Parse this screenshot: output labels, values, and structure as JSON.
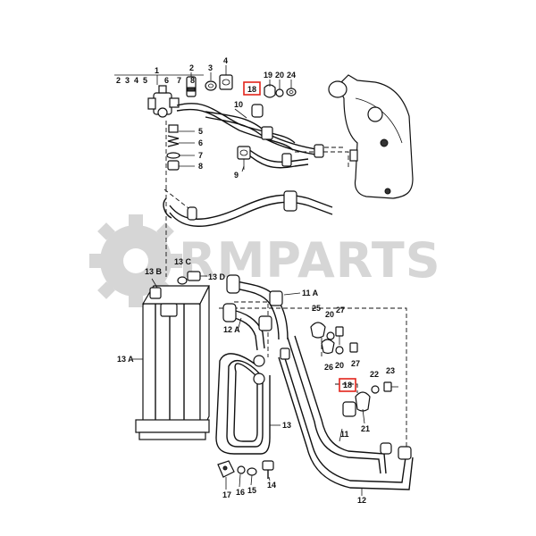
{
  "watermark": {
    "text": "RMPARTS",
    "color": "#d6d6d6"
  },
  "highlight_color": "#e3241b",
  "labels": {
    "l1": "1",
    "l2": "2",
    "l3": "3",
    "l4": "4",
    "sub2": "2",
    "sub3": "3",
    "sub4": "4",
    "sub5": "5",
    "sub6": "6",
    "sub7": "7",
    "sub8": "8",
    "l5": "5",
    "l6": "6",
    "l7": "7",
    "l8": "8",
    "l9": "9",
    "l10": "10",
    "l18a": "18",
    "l19": "19",
    "l20a": "20",
    "l24": "24",
    "l13B": "13 B",
    "l13C": "13 C",
    "l13D": "13 D",
    "l13A": "13 A",
    "l11A": "11 A",
    "l12A": "12 A",
    "l25": "25",
    "l20b": "20",
    "l27a": "27",
    "l26": "26",
    "l20c": "20",
    "l27b": "27",
    "l18b": "18",
    "l22": "22",
    "l23": "23",
    "l21": "21",
    "l13": "13",
    "l11": "11",
    "l12": "12",
    "l17": "17",
    "l16": "16",
    "l15": "15",
    "l14": "14"
  }
}
